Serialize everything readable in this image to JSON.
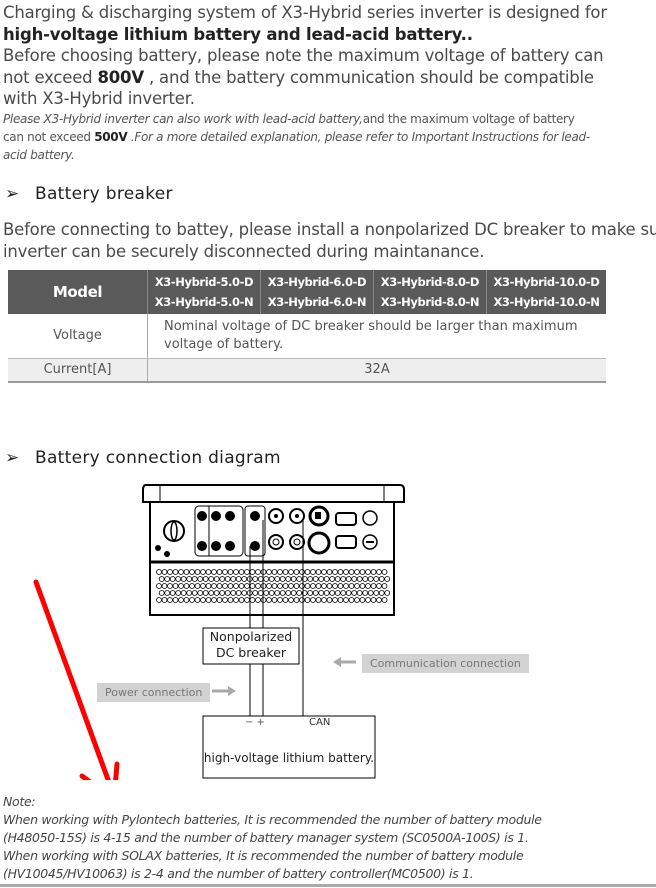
{
  "intro": {
    "line1": "Charging & discharging system of  X3-Hybrid series inverter is designed for",
    "line2": "high-voltage lithium battery and lead-acid battery..",
    "line3": "Before choosing battery, please note the maximum voltage of battery can",
    "line4_pre": "not exceed ",
    "line4_bold": "800V",
    "line4_post": " , and the battery communication should be compatible",
    "line5": "with X3-Hybrid inverter.",
    "italic1_a": "Please X3-Hybrid inverter can also work with lead-acid battery,",
    "italic1_b": "and the maximum  voltage of battery",
    "italic2_a": "can not exceed ",
    "italic2_bold": "500V",
    "italic2_b": " .For a more detailed explanation, please refer to Important Instructions for lead-",
    "italic3": "acid battery."
  },
  "section_breaker": {
    "bullet": "➢",
    "title": "Battery breaker",
    "desc1": "Before connecting to battey, please install a nonpolarized DC breaker to make sure",
    "desc2": "inverter can be securely disconnected during maintanance."
  },
  "table": {
    "header_label": "Model",
    "models": [
      {
        "d": "X3-Hybrid-5.0-D",
        "n": "X3-Hybrid-5.0-N"
      },
      {
        "d": "X3-Hybrid-6.0-D",
        "n": "X3-Hybrid-6.0-N"
      },
      {
        "d": "X3-Hybrid-8.0-D",
        "n": "X3-Hybrid-8.0-N"
      },
      {
        "d": "X3-Hybrid-10.0-D",
        "n": "X3-Hybrid-10.0-N"
      }
    ],
    "rows": [
      {
        "label": "Voltage",
        "value": "Nominal voltage of DC breaker should be larger than maximum voltage of battery."
      },
      {
        "label": "Current[A]",
        "value": "32A"
      }
    ]
  },
  "section_diagram": {
    "bullet": "➢",
    "title": "Battery connection diagram",
    "breaker_label_1": "Nonpolarized",
    "breaker_label_2": "DC breaker",
    "communication_label": "Communication connection",
    "power_label": "Power connection",
    "battery_terminals": "− +",
    "battery_can": "CAN",
    "battery_label": "high-voltage lithium battery."
  },
  "note": {
    "title": "Note:",
    "lines": [
      "When working with Pylontech batteries, It is recommended the number of battery module",
      "(H48050-15S) is 4-15 and the number of battery manager system (SC0500A-100S) is 1.",
      "When working with SOLAX batteries, It is recommended the number of battery module",
      "(HV10045/HV10063) is 2-4 and the number of  battery controller(MC0500) is 1."
    ]
  },
  "annotation": {
    "arrow_color": "#ff0000"
  }
}
